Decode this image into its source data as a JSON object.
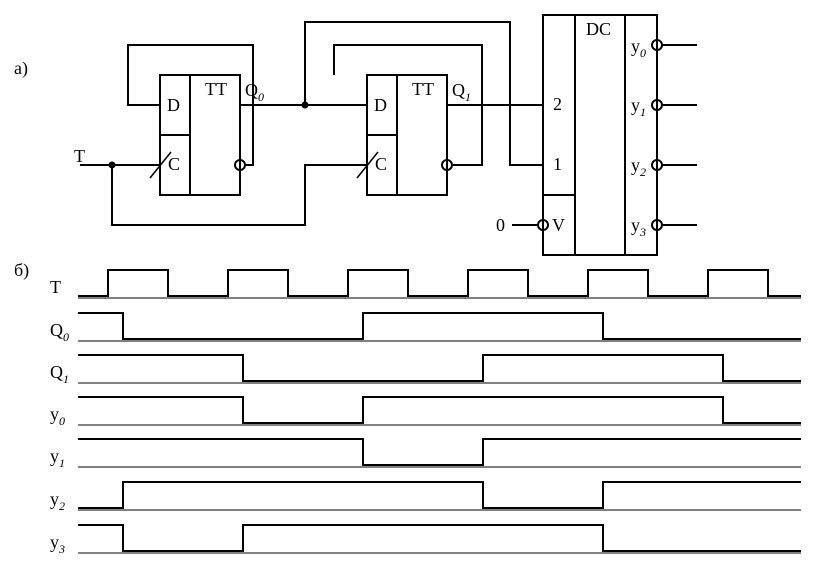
{
  "part_a": {
    "label": "а)",
    "trigger0": {
      "title": "TT",
      "d": "D",
      "c": "C",
      "out": "Q",
      "out_sub": "0"
    },
    "trigger1": {
      "title": "TT",
      "d": "D",
      "c": "C",
      "out": "Q",
      "out_sub": "1"
    },
    "decoder": {
      "title": "DC",
      "in2": "2",
      "in1": "1",
      "enable": "V",
      "outputs": [
        {
          "name": "y",
          "sub": "0"
        },
        {
          "name": "y",
          "sub": "1"
        },
        {
          "name": "y",
          "sub": "2"
        },
        {
          "name": "y",
          "sub": "3"
        }
      ]
    },
    "clock_label": "T",
    "enable_value": "0"
  },
  "part_b": {
    "label": "б)",
    "period": 2,
    "signals": [
      {
        "name": "T",
        "sub": "",
        "initial": 0,
        "edges": [
          1,
          3,
          5,
          7,
          9,
          11,
          13,
          15,
          17,
          19,
          21,
          23
        ]
      },
      {
        "name": "Q",
        "sub": "0",
        "initial": 1,
        "edges": [
          1.5,
          9.5,
          17.5
        ]
      },
      {
        "name": "Q",
        "sub": "1",
        "initial": 1,
        "edges": [
          5.5,
          13.5,
          21.5
        ]
      },
      {
        "name": "y",
        "sub": "0",
        "initial": 1,
        "edges": [
          5.5,
          9.5,
          21.5
        ]
      },
      {
        "name": "y",
        "sub": "1",
        "initial": 1,
        "edges": [
          9.5,
          13.5
        ]
      },
      {
        "name": "y",
        "sub": "2",
        "initial": 0,
        "edges": [
          1.5,
          13.5,
          17.5
        ]
      },
      {
        "name": "y",
        "sub": "3",
        "initial": 1,
        "edges": [
          1.5,
          5.5,
          17.5
        ]
      }
    ]
  }
}
